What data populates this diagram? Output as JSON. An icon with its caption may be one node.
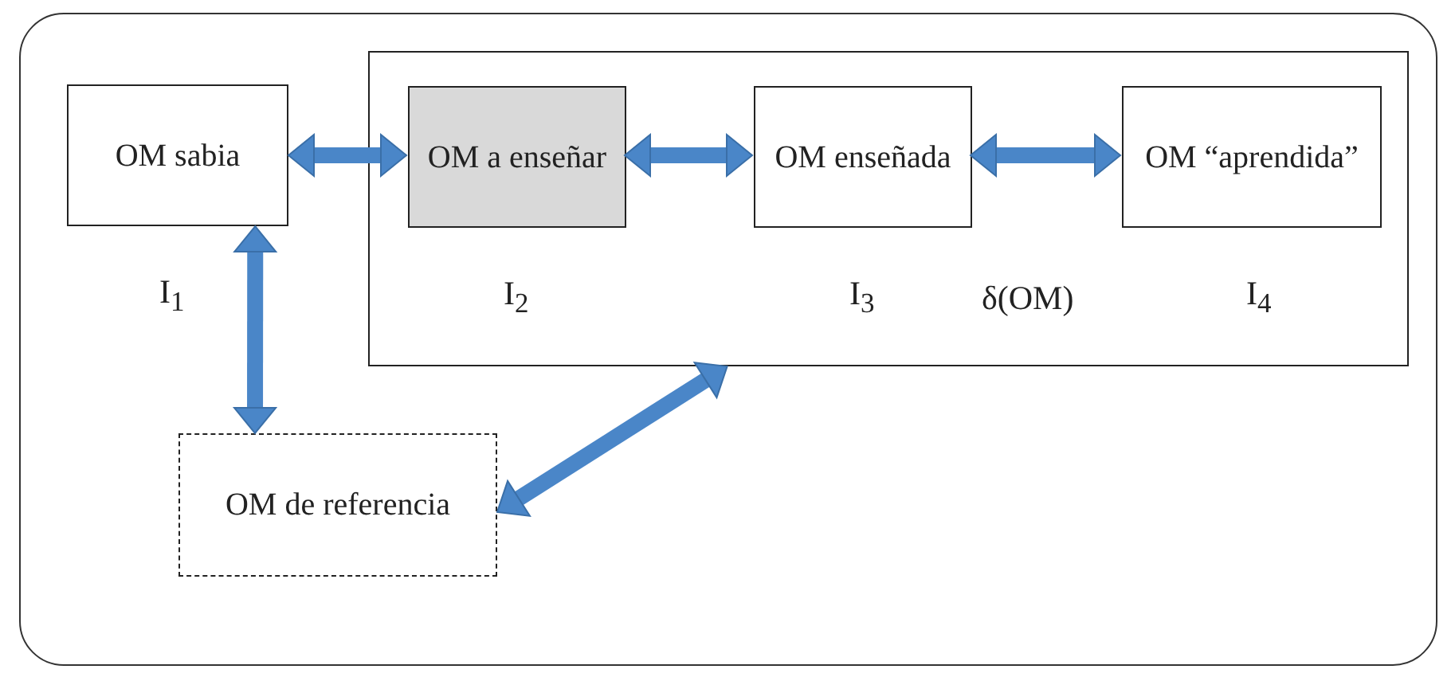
{
  "diagram": {
    "nodes": [
      {
        "text": [
          "OM sabia"
        ],
        "beside": [
          "I$_{1}$"
        ]
      },
      {
        "text": [
          "δ(OM)"
        ]
      },
      {
        "text": [
          "OM a enseñar"
        ],
        "in": 1,
        "beside": [
          "I$_{2}$"
        ]
      },
      {
        "text": [
          "OM enseñada"
        ],
        "in": 1,
        "beside": [
          "I$_{3}$"
        ]
      },
      {
        "text": [
          "OM “aprendida”"
        ],
        "in": 1,
        "beside": [
          "I$_{4}$"
        ]
      },
      {
        "text": [
          "OM de referencia"
        ]
      }
    ],
    "edges": [
      {
        "from": 0,
        "to": 2,
        "arrow": "both"
      },
      {
        "from": 2,
        "to": 3,
        "arrow": "both"
      },
      {
        "from": 3,
        "to": 4,
        "arrow": "both"
      },
      {
        "from": 0,
        "to": 5,
        "arrow": "both"
      },
      {
        "from": 5,
        "to": 1,
        "arrow": "both"
      }
    ]
  }
}
